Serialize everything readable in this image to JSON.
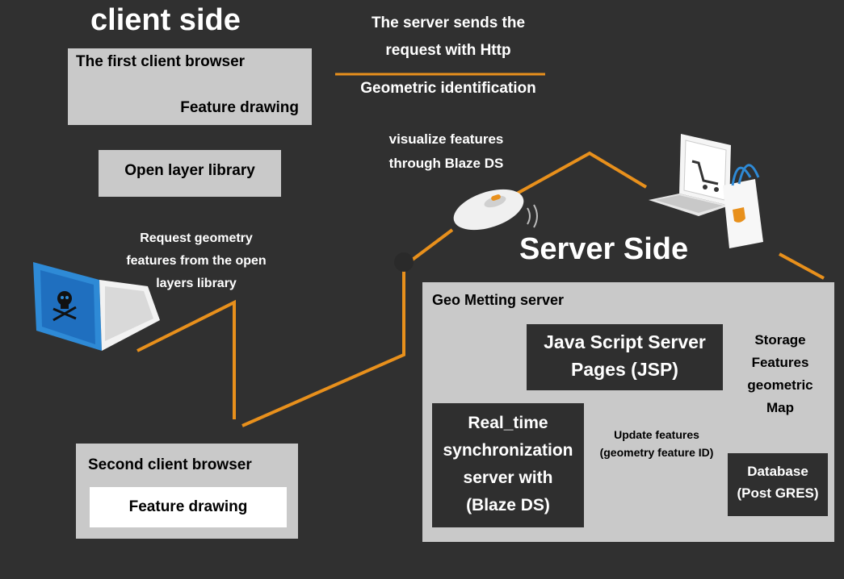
{
  "client": {
    "heading": "client side",
    "first_browser": {
      "title": "The first client browser",
      "feature": "Feature drawing"
    },
    "open_layer": "Open layer library",
    "request_note": [
      "Request geometry",
      "features from the open",
      "layers library"
    ],
    "second_browser": {
      "title": "Second client browser",
      "feature": "Feature drawing"
    }
  },
  "top_center": {
    "sends": [
      "The server sends the",
      "request with Http"
    ],
    "geometric": "Geometric identification",
    "visualize": [
      "visualize features",
      "through Blaze DS"
    ]
  },
  "server": {
    "heading": "Server Side",
    "geo_label": "Geo Metting server",
    "jsp": [
      "Java Script Server",
      "Pages (JSP)"
    ],
    "storage": [
      "Storage",
      "Features",
      "geometric",
      "Map"
    ],
    "realtime": [
      "Real_time",
      "synchronization",
      "server with",
      "(Blaze DS)"
    ],
    "update": [
      "Update features",
      "(geometry feature ID)"
    ],
    "database": [
      "Database",
      "(Post GRES)"
    ]
  },
  "colors": {
    "background": "#303030",
    "connector": "#e8901c",
    "box": "#c9c9c9",
    "dark_box": "#2f2f2f",
    "accent_line": "#f2b31c"
  },
  "icons": [
    "laptop-icon",
    "skull-icon",
    "mouse-icon",
    "shopping-computer-icon",
    "shopping-bag-icon"
  ]
}
